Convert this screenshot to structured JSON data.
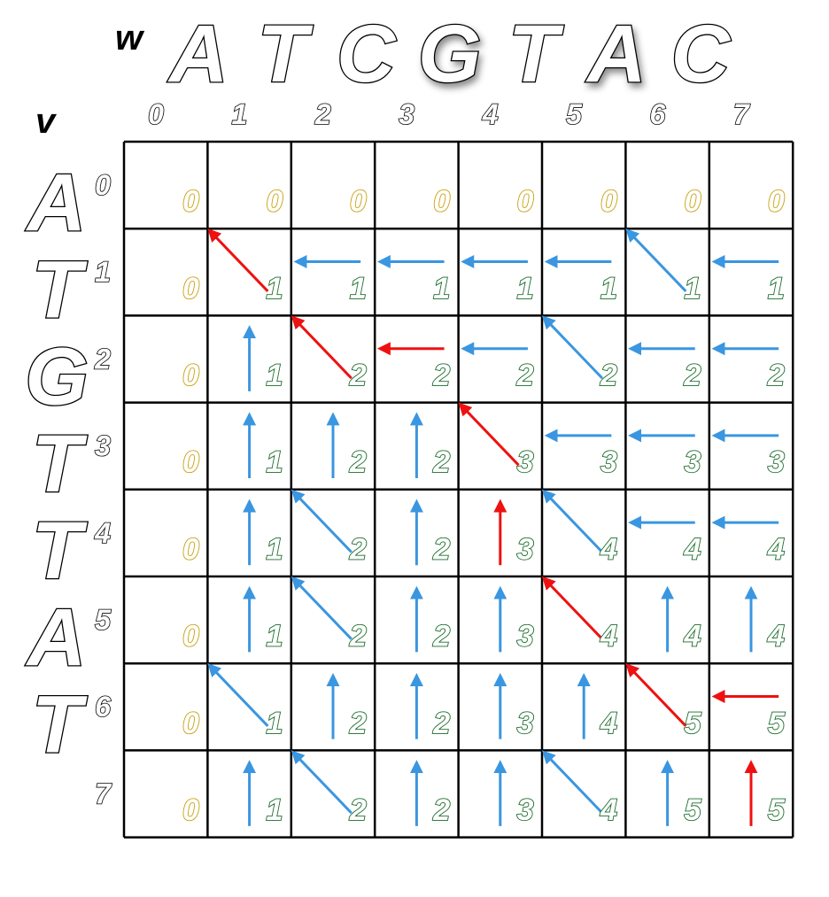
{
  "labels": {
    "w": "w",
    "v": "v"
  },
  "w_sequence": [
    "A",
    "T",
    "C",
    "G",
    "T",
    "A",
    "C"
  ],
  "v_sequence": [
    "A",
    "T",
    "G",
    "T",
    "T",
    "A",
    "T"
  ],
  "col_indices": [
    "0",
    "1",
    "2",
    "3",
    "4",
    "5",
    "6",
    "7"
  ],
  "row_indices": [
    "0",
    "1",
    "2",
    "3",
    "4",
    "5",
    "6",
    "7"
  ],
  "scores": [
    [
      0,
      0,
      0,
      0,
      0,
      0,
      0,
      0
    ],
    [
      0,
      1,
      1,
      1,
      1,
      1,
      1,
      1
    ],
    [
      0,
      1,
      2,
      2,
      2,
      2,
      2,
      2
    ],
    [
      0,
      1,
      2,
      2,
      3,
      3,
      3,
      3
    ],
    [
      0,
      1,
      2,
      2,
      3,
      4,
      4,
      4
    ],
    [
      0,
      1,
      2,
      2,
      3,
      4,
      4,
      4
    ],
    [
      0,
      1,
      2,
      2,
      3,
      4,
      5,
      5
    ],
    [
      0,
      1,
      2,
      2,
      3,
      4,
      5,
      5
    ]
  ],
  "arrows": [
    [
      null,
      null,
      null,
      null,
      null,
      null,
      null,
      null
    ],
    [
      null,
      "diag",
      "left",
      "left",
      "left",
      "left",
      "diag",
      "left"
    ],
    [
      null,
      "up",
      "diag",
      "left",
      "left",
      "diag",
      "left",
      "left"
    ],
    [
      null,
      "up",
      "up",
      "up",
      "diag",
      "left",
      "left",
      "left"
    ],
    [
      null,
      "up",
      "diag",
      "up",
      "up",
      "diag",
      "left",
      "left"
    ],
    [
      null,
      "up",
      "diag",
      "up",
      "up",
      "diag",
      "up",
      "up"
    ],
    [
      null,
      "diag",
      "up",
      "up",
      "up",
      "up",
      "diag",
      "left"
    ],
    [
      null,
      "up",
      "diag",
      "up",
      "up",
      "diag",
      "up",
      "up"
    ]
  ],
  "backtrack_path": [
    [
      1,
      1
    ],
    [
      2,
      2
    ],
    [
      2,
      3
    ],
    [
      3,
      4
    ],
    [
      4,
      4
    ],
    [
      5,
      5
    ],
    [
      6,
      6
    ],
    [
      6,
      7
    ],
    [
      7,
      7
    ]
  ],
  "colors": {
    "arrow": "#3a96e0",
    "backtrack_arrow": "#ee1111",
    "zero_score": "#c8a010",
    "score": "#1a6b2a",
    "grid": "#000000"
  }
}
